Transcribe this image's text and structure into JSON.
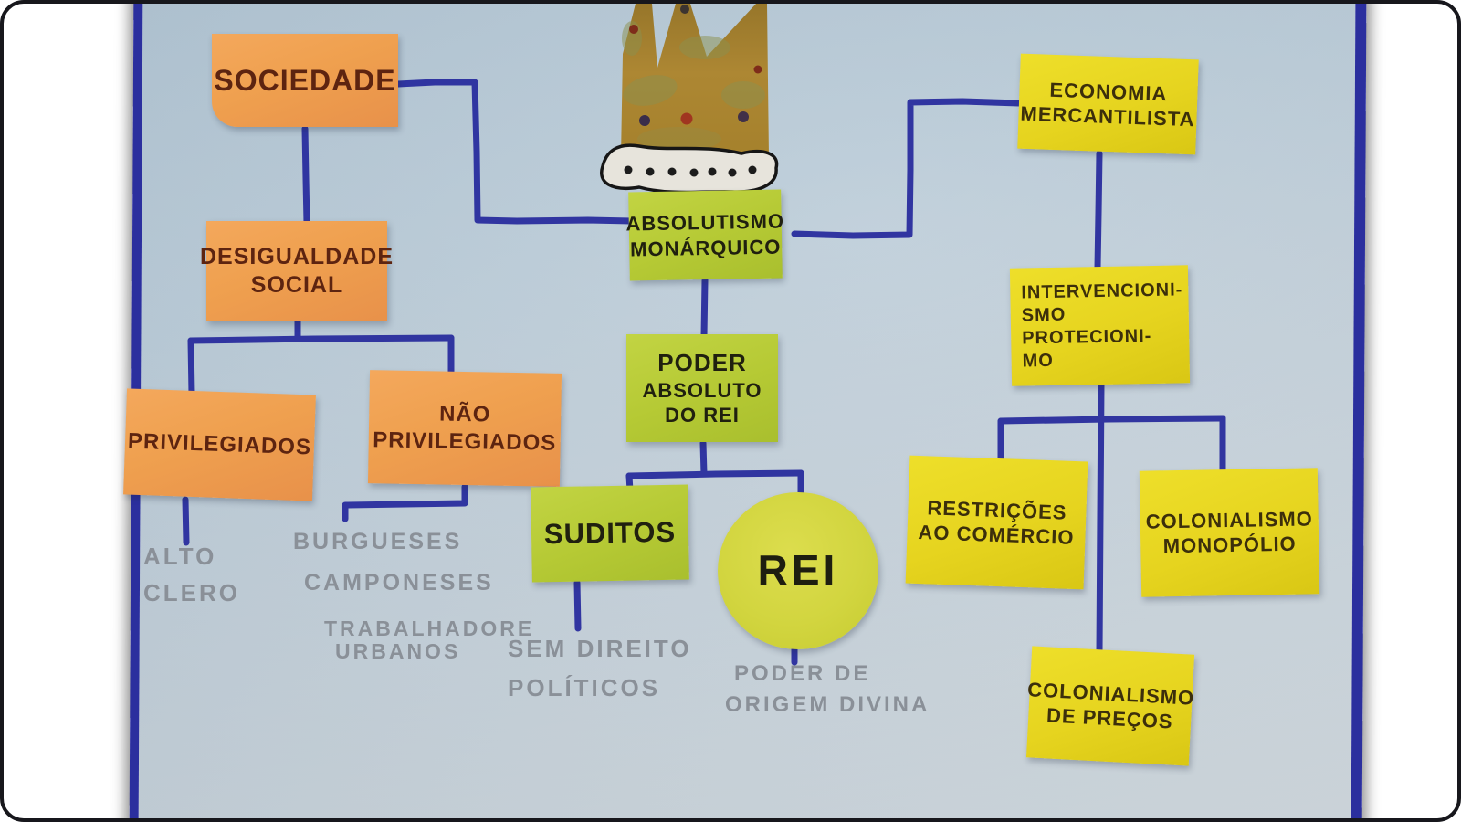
{
  "colors": {
    "marker_blue": "#2b2f9e",
    "note_orange": "#efa04f",
    "note_green": "#b5c934",
    "note_yellow": "#e6d41f",
    "circle_green": "#d2d53f",
    "paper_blue": "#bccbd7",
    "wood_brown": "#6d4c38",
    "pencil": "#8a9098",
    "ink_orange": "#5d2410",
    "ink_green": "#20200f",
    "ink_yellow": "#3c2f0b",
    "crown_gold": "#a8842e"
  },
  "nodes": {
    "sociedade": {
      "lines": [
        "SOCIEDADE"
      ]
    },
    "desigualdade_social": {
      "lines": [
        "DESIGUALDADE",
        "SOCIAL"
      ]
    },
    "privilegiados": {
      "lines": [
        "PRIVILEGIADOS"
      ]
    },
    "nao_privilegiados": {
      "lines": [
        "NÃO",
        "PRIVILEGIADOS"
      ]
    },
    "absolutismo_monarquico": {
      "lines": [
        "ABSOLUTISMO",
        "MONÁRQUICO"
      ]
    },
    "poder_absoluto_do_rei": {
      "lines": [
        "PODER",
        "ABSOLUTO",
        "DO REI"
      ]
    },
    "suditos": {
      "lines": [
        "SUDITOS"
      ]
    },
    "rei": {
      "lines": [
        "REI"
      ]
    },
    "economia_mercantilista": {
      "lines": [
        "ECONOMIA",
        "MERCANTILISTA"
      ]
    },
    "intervencionismo_protecionismo": {
      "lines": [
        "INTERVENCIONI-",
        "SMO PROTECIONI-",
        "MO"
      ]
    },
    "restricoes_ao_comercio": {
      "lines": [
        "RESTRIÇÕES",
        "AO COMÉRCIO"
      ]
    },
    "colonialismo_monopolio": {
      "lines": [
        "COLONIALISMO",
        "MONOPÓLIO"
      ]
    },
    "colonialismo_de_precos": {
      "lines": [
        "COLONIALISMO",
        "DE PREÇOS"
      ]
    }
  },
  "annotations": {
    "alto_clero": {
      "lines": [
        "ALTO",
        "CLERO"
      ]
    },
    "nao_privilegiados_grupos": {
      "lines": [
        "BURGUESES",
        "CAMPONESES",
        "TRABALHADORE",
        "URBANOS"
      ]
    },
    "sem_direito_politicos": {
      "lines": [
        "SEM DIREITO",
        "POLÍTICOS"
      ]
    },
    "poder_origem_divina": {
      "lines": [
        "PODER DE",
        "ORIGEM DIVINA"
      ]
    }
  }
}
